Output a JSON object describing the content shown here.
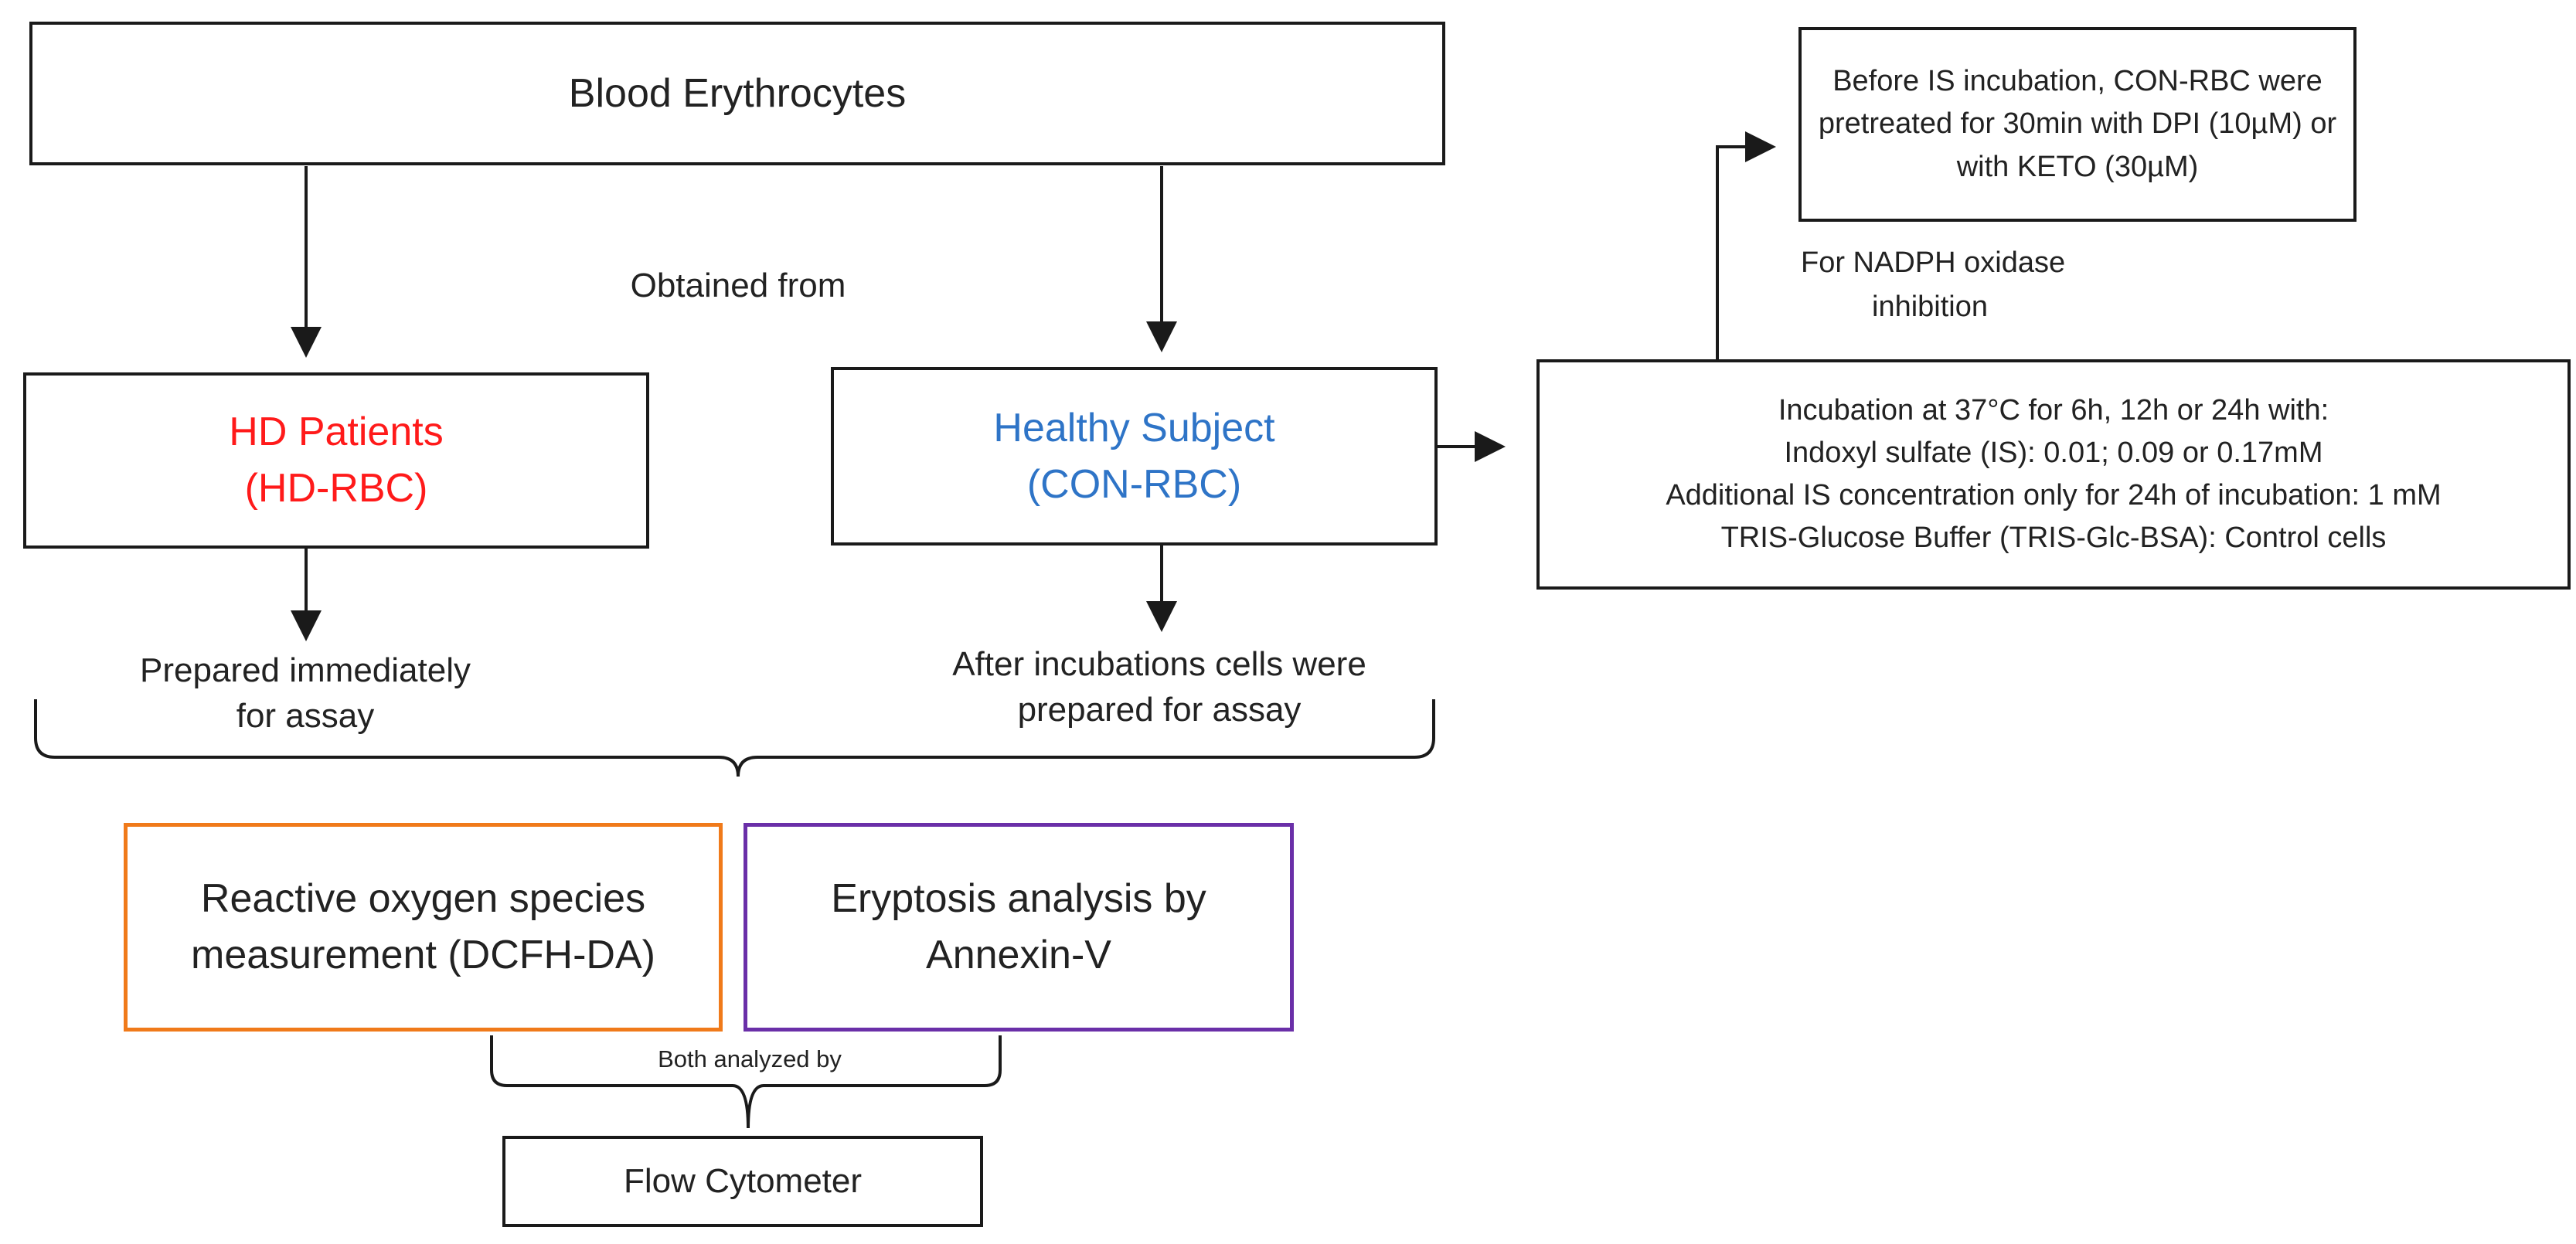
{
  "blood_erythrocytes": "Blood Erythrocytes",
  "obtained_from": "Obtained from",
  "hd_patients": {
    "line1": "HD Patients",
    "line2": "(HD-RBC)"
  },
  "healthy_subject": {
    "line1": "Healthy Subject",
    "line2": "(CON-RBC)"
  },
  "prepared_immediately": {
    "line1": "Prepared immediately",
    "line2": "for assay"
  },
  "after_incubations": {
    "line1": "After incubations cells were",
    "line2": "prepared for assay"
  },
  "incubation_box": {
    "line1": "Incubation at 37°C for 6h, 12h or 24h with:",
    "line2": "Indoxyl sulfate (IS): 0.01; 0.09 or 0.17mM",
    "line3": "Additional IS concentration only for 24h of incubation: 1 mM",
    "line4": "TRIS-Glucose Buffer (TRIS-Glc-BSA): Control cells"
  },
  "pretreatment_box": {
    "line1": "Before IS incubation, CON-RBC were",
    "line2": "pretreated for 30min with DPI (10µM) or",
    "line3": "with KETO (30µM)"
  },
  "nadph_label": {
    "line1": "For NADPH oxidase",
    "line2": "inhibition"
  },
  "ros_box": {
    "line1": "Reactive oxygen species",
    "line2": "measurement (DCFH-DA)"
  },
  "eryptosis_box": {
    "line1": "Eryptosis analysis by",
    "line2": "Annexin-V"
  },
  "both_analyzed": "Both analyzed by",
  "flow_cytometer": "Flow Cytometer",
  "colors": {
    "hd_red": "#ff1a1a",
    "healthy_blue": "#2e74c7",
    "ros_orange": "#f07a1a",
    "eryptosis_purple": "#6a2fa8",
    "line_black": "#1a1a1a"
  }
}
